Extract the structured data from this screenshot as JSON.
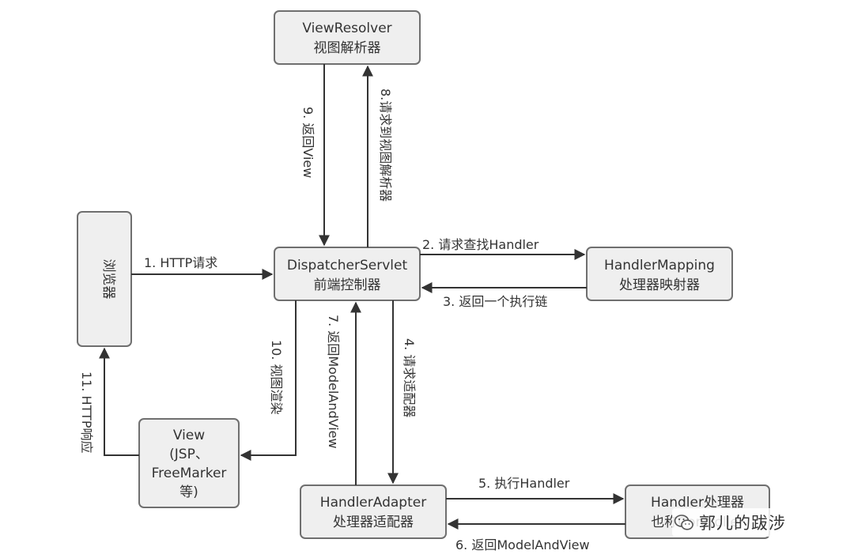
{
  "nodes": {
    "view_resolver": {
      "line1": "ViewResolver",
      "line2": "视图解析器"
    },
    "dispatcher": {
      "line1": "DispatcherServlet",
      "line2": "前端控制器"
    },
    "browser": {
      "label": "浏览器"
    },
    "handler_mapping": {
      "line1": "HandlerMapping",
      "line2": "处理器映射器"
    },
    "view": {
      "line1": "View",
      "line2": "(JSP、",
      "line3": "FreeMarker",
      "line4": "等)"
    },
    "handler_adapter": {
      "line1": "HandlerAdapter",
      "line2": "处理器适配器"
    },
    "handler": {
      "line1": "Handler处理器",
      "line2": "也称Controller"
    }
  },
  "edges": {
    "e1": "1. HTTP请求",
    "e2": "2. 请求查找Handler",
    "e3": "3. 返回一个执行链",
    "e4": "4. 请求适配器",
    "e5": "5. 执行Handler",
    "e6": "6. 返回ModelAndView",
    "e7": "7. 返回ModelAndView",
    "e8": "8.请求到视图解析器",
    "e9": "9. 返回View",
    "e10": "10. 视图渲染",
    "e11": "11. HTTP响应"
  },
  "watermark": {
    "text": "郭儿的跋涉",
    "icon": "wechat-icon"
  }
}
